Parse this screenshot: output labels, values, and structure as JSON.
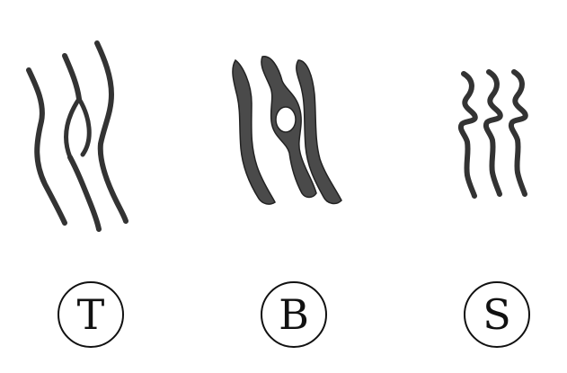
{
  "figures": [
    {
      "id": "T",
      "label": "T",
      "fill": "#333333"
    },
    {
      "id": "B",
      "label": "B",
      "fill": "#4a4a4a"
    },
    {
      "id": "S",
      "label": "S",
      "fill": "#333333"
    }
  ]
}
